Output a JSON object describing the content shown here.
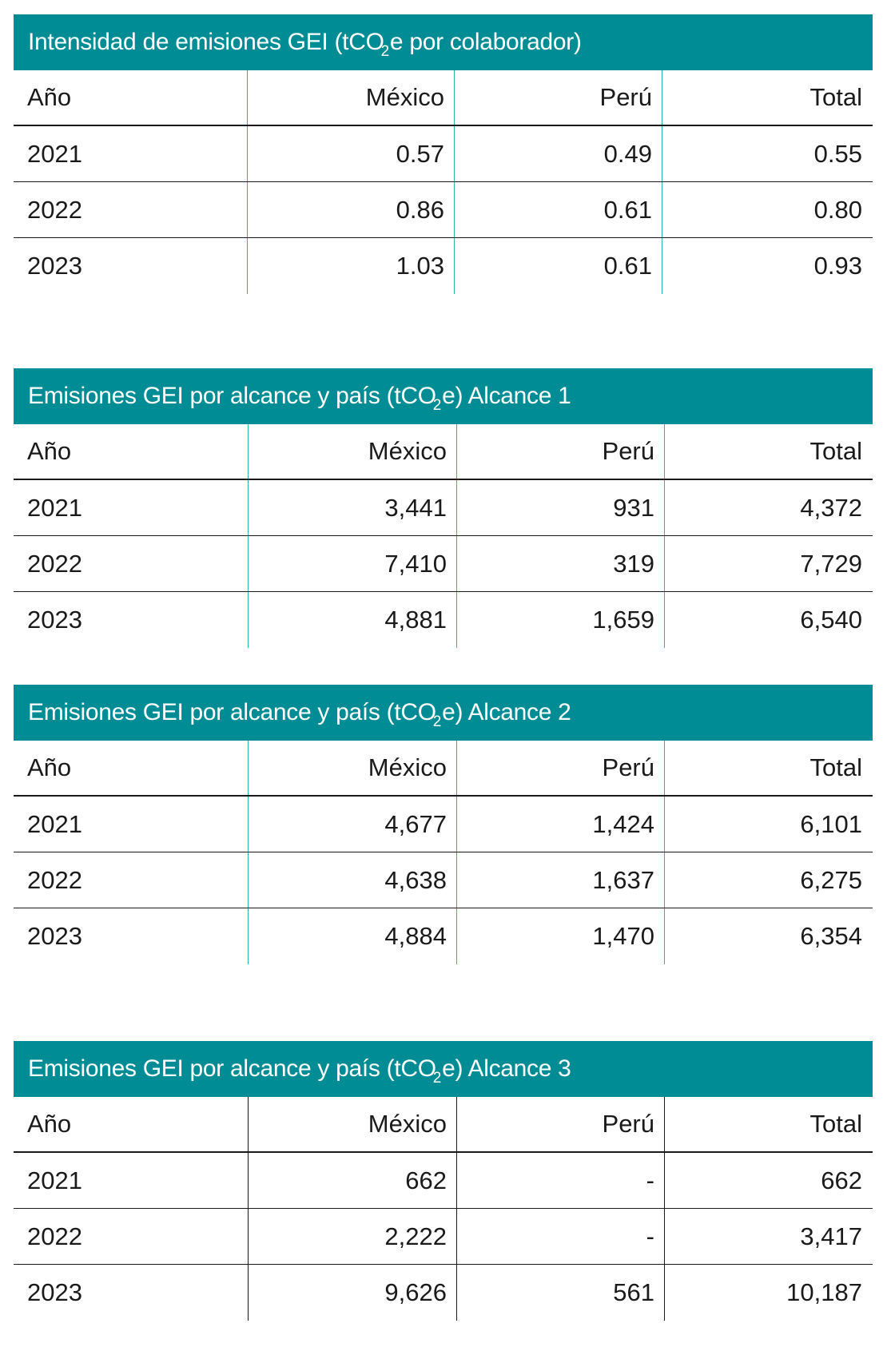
{
  "tables": [
    {
      "title_pre": "Intensidad de emisiones GEI (tCO",
      "title_sub": "2",
      "title_post": "e por colaborador)",
      "headers": {
        "year": "Año",
        "mexico": "México",
        "peru": "Perú",
        "total": "Total"
      },
      "rows": [
        {
          "year": "2021",
          "mexico": "0.57",
          "peru": "0.49",
          "total": "0.55"
        },
        {
          "year": "2022",
          "mexico": "0.86",
          "peru": "0.61",
          "total": "0.80"
        },
        {
          "year": "2023",
          "mexico": "1.03",
          "peru": "0.61",
          "total": "0.93"
        }
      ]
    },
    {
      "title_pre": "Emisiones GEI por alcance y país (tCO",
      "title_sub": "2",
      "title_post": "e) Alcance 1",
      "headers": {
        "year": "Año",
        "mexico": "México",
        "peru": "Perú",
        "total": "Total"
      },
      "rows": [
        {
          "year": "2021",
          "mexico": "3,441",
          "peru": "931",
          "total": "4,372"
        },
        {
          "year": "2022",
          "mexico": "7,410",
          "peru": "319",
          "total": "7,729"
        },
        {
          "year": "2023",
          "mexico": "4,881",
          "peru": "1,659",
          "total": "6,540"
        }
      ]
    },
    {
      "title_pre": "Emisiones GEI por alcance y país (tCO",
      "title_sub": "2",
      "title_post": "e) Alcance 2",
      "headers": {
        "year": "Año",
        "mexico": "México",
        "peru": "Perú",
        "total": "Total"
      },
      "rows": [
        {
          "year": "2021",
          "mexico": "4,677",
          "peru": "1,424",
          "total": "6,101"
        },
        {
          "year": "2022",
          "mexico": "4,638",
          "peru": "1,637",
          "total": "6,275"
        },
        {
          "year": "2023",
          "mexico": "4,884",
          "peru": "1,470",
          "total": "6,354"
        }
      ]
    },
    {
      "title_pre": "Emisiones GEI por alcance y país (tCO",
      "title_sub": "2",
      "title_post": "e) Alcance 3",
      "headers": {
        "year": "Año",
        "mexico": "México",
        "peru": "Perú",
        "total": "Total"
      },
      "rows": [
        {
          "year": "2021",
          "mexico": "662",
          "peru": "-",
          "total": "662"
        },
        {
          "year": "2022",
          "mexico": "2,222",
          "peru": "-",
          "total": "3,417"
        },
        {
          "year": "2023",
          "mexico": "9,626",
          "peru": "561",
          "total": "10,187"
        }
      ]
    }
  ],
  "colors": {
    "header_bg": "#008c95",
    "header_text": "#ffffff",
    "divider_teal": "#2bb3ad",
    "rule": "#1a1a1a"
  }
}
